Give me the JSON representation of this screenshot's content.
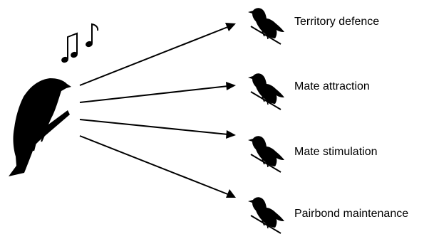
{
  "colors": {
    "ink": "#000000",
    "background": "#ffffff"
  },
  "icons": {
    "singer": "singing-bird-silhouette",
    "notes": "music-notes",
    "receiver": "small-bird-silhouette"
  },
  "functions": [
    {
      "label": "Territory defence"
    },
    {
      "label": "Mate attraction"
    },
    {
      "label": "Mate stimulation"
    },
    {
      "label": "Pairbond maintenance"
    }
  ]
}
